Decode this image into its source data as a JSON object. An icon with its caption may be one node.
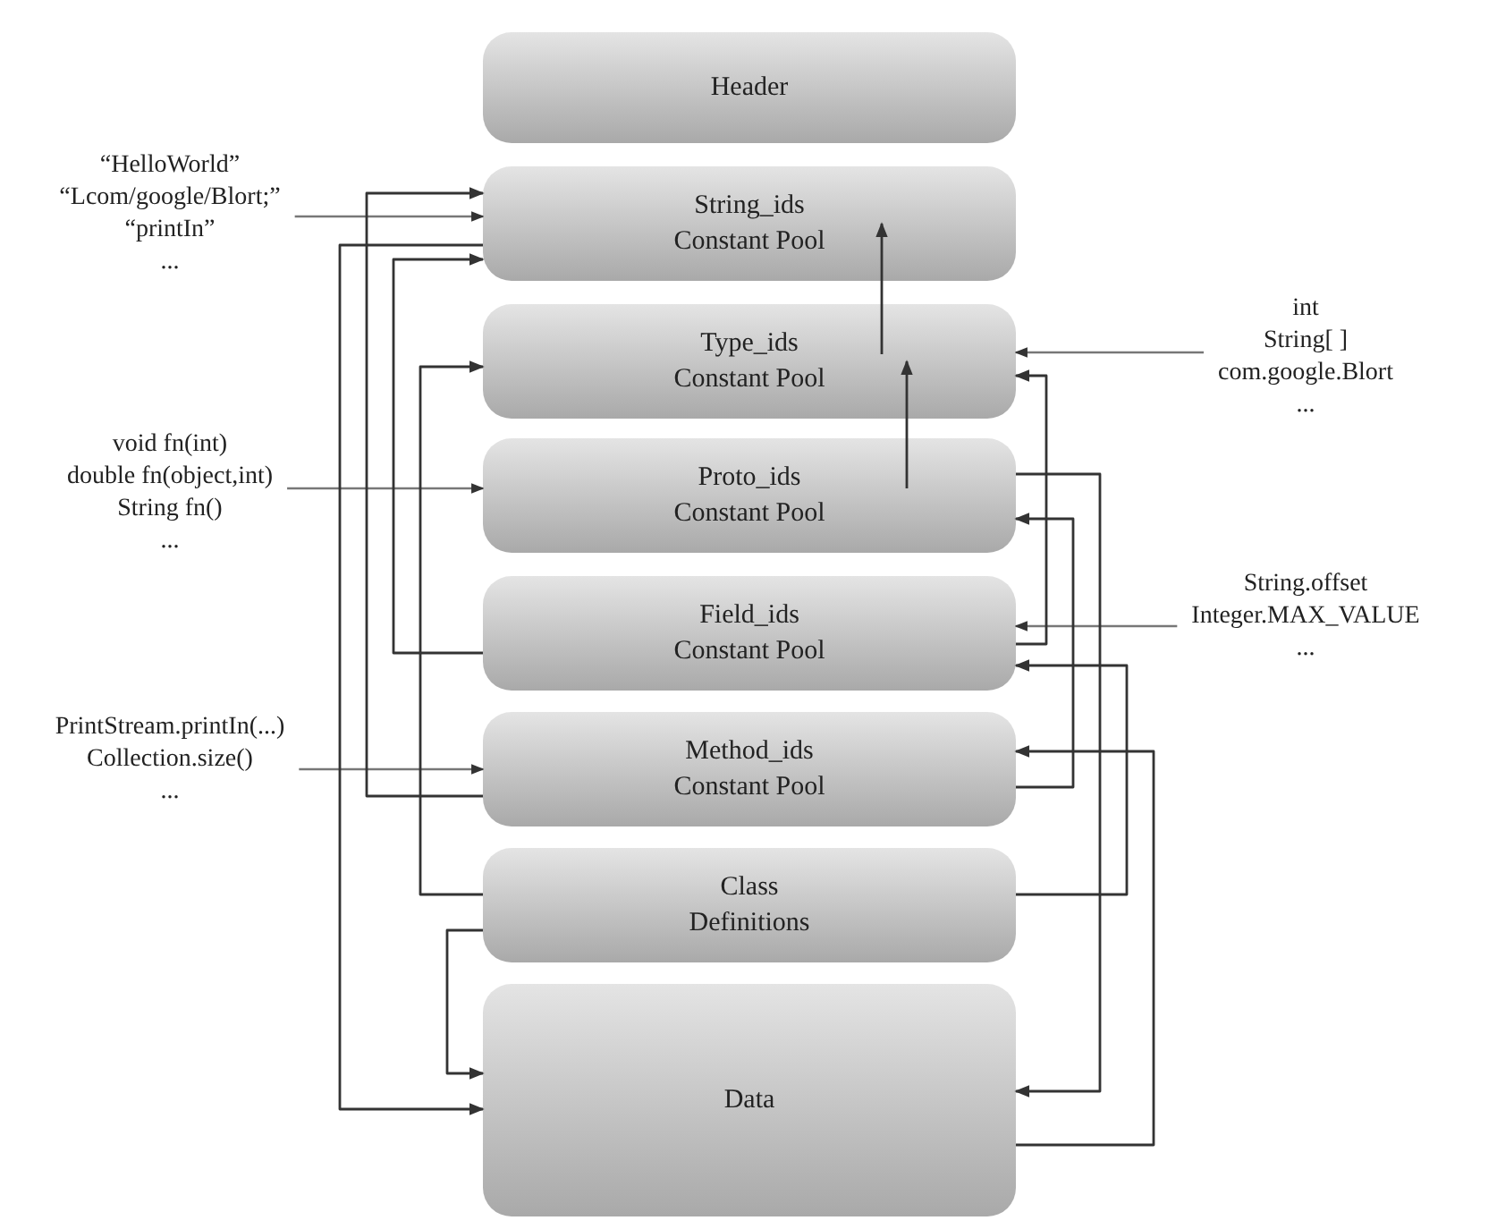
{
  "diagram": {
    "nodes": [
      {
        "text": [
          "Header"
        ]
      },
      {
        "text": [
          "String_ids Constant Pool"
        ]
      },
      {
        "text": [
          "Type_ids Constant Pool"
        ]
      },
      {
        "text": [
          "Proto_ids Constant Pool"
        ]
      },
      {
        "text": [
          "Field_ids Constant Pool"
        ]
      },
      {
        "text": [
          "Method_ids Constant Pool"
        ]
      },
      {
        "text": [
          "Class Definitions"
        ]
      },
      {
        "text": [
          "Data"
        ]
      },
      {
        "text": [
          "“HelloWorld”",
          "“Lcom/google/Blort;”",
          "“printIn”",
          "..."
        ]
      },
      {
        "text": [
          "int",
          "String[ ]",
          "com.google.Blort",
          "..."
        ]
      },
      {
        "text": [
          "void fn(int)",
          "double fn(object,int)",
          "String fn()",
          "..."
        ]
      },
      {
        "text": [
          "String.offset",
          "Integer.MAX_VALUE",
          "..."
        ]
      },
      {
        "text": [
          "PrintStream.printIn(...)",
          "Collection.size()",
          "..."
        ]
      }
    ],
    "edges": [
      {
        "from": 8,
        "to": 1,
        "arrow": "to"
      },
      {
        "from": 9,
        "to": 2,
        "arrow": "to"
      },
      {
        "from": 10,
        "to": 3,
        "arrow": "to"
      },
      {
        "from": 11,
        "to": 4,
        "arrow": "to"
      },
      {
        "from": 12,
        "to": 5,
        "arrow": "to"
      },
      {
        "from": 1,
        "to": 7,
        "arrow": "to"
      },
      {
        "from": 5,
        "to": 1,
        "arrow": "to"
      },
      {
        "from": 4,
        "to": 1,
        "arrow": "to"
      },
      {
        "from": 6,
        "to": 2,
        "arrow": "to"
      },
      {
        "from": 6,
        "to": 7,
        "arrow": "to"
      },
      {
        "from": 2,
        "to": 1,
        "arrow": "to"
      },
      {
        "from": 4,
        "to": 2,
        "arrow": "to"
      },
      {
        "from": 3,
        "to": 2,
        "arrow": "to"
      },
      {
        "from": 5,
        "to": 3,
        "arrow": "to"
      },
      {
        "from": 3,
        "to": 7,
        "arrow": "to"
      },
      {
        "from": 6,
        "to": 4,
        "arrow": "to"
      },
      {
        "from": 7,
        "to": 5,
        "arrow": "to"
      }
    ]
  }
}
